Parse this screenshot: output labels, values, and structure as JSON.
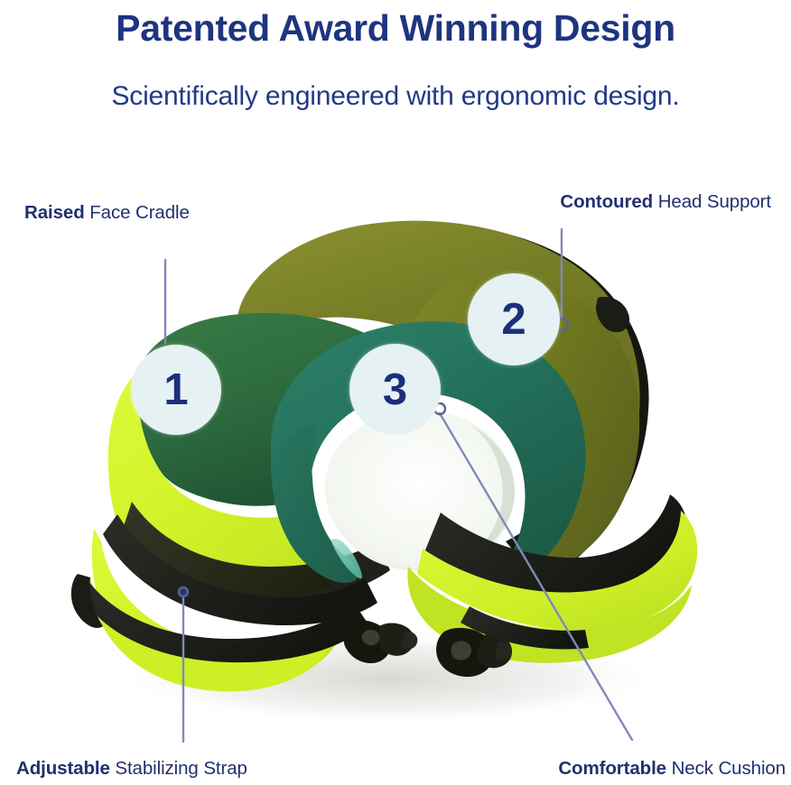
{
  "header": {
    "title": "Patented Award Winning Design",
    "subtitle": "Scientifically engineered with ergonomic design."
  },
  "callouts": [
    {
      "id": "raised-face-cradle",
      "keyword": "Raised",
      "rest": " Face Cradle",
      "position": "top-left",
      "marker": "1"
    },
    {
      "id": "contoured-head-support",
      "keyword": "Contoured",
      "rest": " Head Support",
      "position": "top-right",
      "marker": "2"
    },
    {
      "id": "adjustable-stabilizing-strap",
      "keyword": "Adjustable",
      "rest": " Stabilizing Strap",
      "position": "bottom-left",
      "marker": ""
    },
    {
      "id": "comfortable-neck-cushion",
      "keyword": "Comfortable",
      "rest": " Neck Cushion",
      "position": "bottom-right",
      "marker": ""
    }
  ],
  "markers": [
    {
      "number": "1",
      "label": "Raised Face Cradle"
    },
    {
      "number": "2",
      "label": "Contoured Head Support"
    },
    {
      "number": "3",
      "label": "Comfortable Neck Cushion"
    }
  ],
  "colors": {
    "title_navy": "#1f3480",
    "text_navy": "#22306e",
    "leader_line": "#8189b8",
    "marker_fill": "#e6f1f4",
    "marker_text": "#1b2f7a",
    "pillow_olive": "#6b7224",
    "pillow_olive_light": "#7e8729",
    "pillow_dark_green": "#2d6b3f",
    "pillow_teal": "#1f6b56",
    "pillow_teal_light": "#2e7f66",
    "pillow_mint": "#7fd3c0",
    "pillow_chartreuse": "#d5f52e",
    "pillow_chartreuse_shade": "#b9d926",
    "strap_black": "#1b1d18",
    "background": "#ffffff"
  },
  "product": {
    "name": "U-shaped travel neck pillow",
    "orientation": "three-quarter view, opening toward viewer"
  }
}
